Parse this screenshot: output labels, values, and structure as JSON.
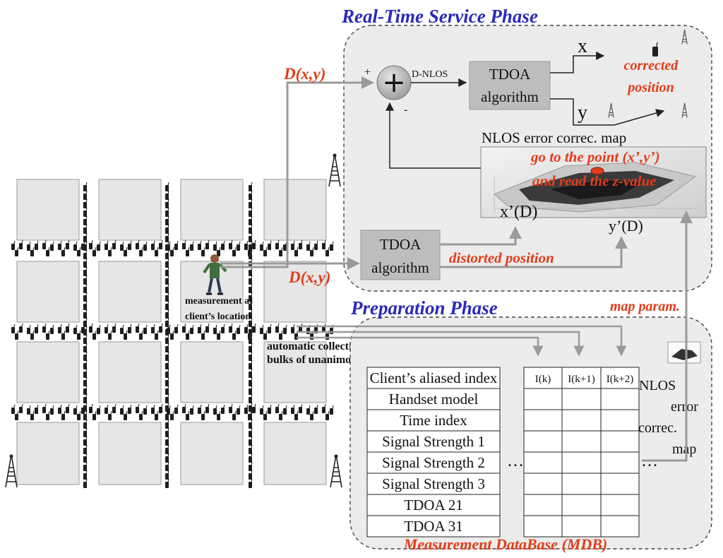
{
  "titles": {
    "realtime": "Real-Time Service Phase",
    "preparation": "Preparation Phase"
  },
  "realtime": {
    "dxy_top": "D(x,y)",
    "plus": "+",
    "minus": "-",
    "dnlos": "D-NLOS",
    "tdoa_top_line1": "TDOA",
    "tdoa_top_line2": "algorithm",
    "x": "x",
    "y": "y",
    "corrected_line1": "corrected",
    "corrected_line2": "position",
    "map_caption": "NLOS error correc. map",
    "goto_line1": "go to the point (x’,y’)",
    "goto_line2": "and read the z-value",
    "x_prime": "x’(D)",
    "y_prime": "y’(D)",
    "tdoa_bottom_line1": "TDOA",
    "tdoa_bottom_line2": "algorithm",
    "distorted": "distorted position",
    "dxy_bottom": "D(x,y)"
  },
  "field": {
    "measurement_line1": "measurement at",
    "measurement_line2": "client’s location",
    "collection_line1": "automatic collection of",
    "collection_line2": "bulks of unanimous handsets"
  },
  "preparation": {
    "map_param": "map param.",
    "mdb_fields": [
      "Client’s aliased index",
      "Handset model",
      "Time index",
      "Signal Strength 1",
      "Signal Strength 2",
      "Signal Strength 3",
      "TDOA 21",
      "TDOA 31"
    ],
    "col_headers": [
      "I(k)",
      "I(k+1)",
      "I(k+2)"
    ],
    "ellipsis": "…",
    "nlos_line1": "NLOS",
    "nlos_line2": "error",
    "nlos_line3": "correc.",
    "nlos_line4": "map",
    "mdb_caption": "Measurement DataBase (MDB)"
  },
  "colors": {
    "accent_blue": "#2a2ab8",
    "accent_red": "#e23c1a",
    "panel_fill": "#ececec",
    "box_fill": "#bdbdbd",
    "arrow_gray": "#9a9a9a"
  }
}
